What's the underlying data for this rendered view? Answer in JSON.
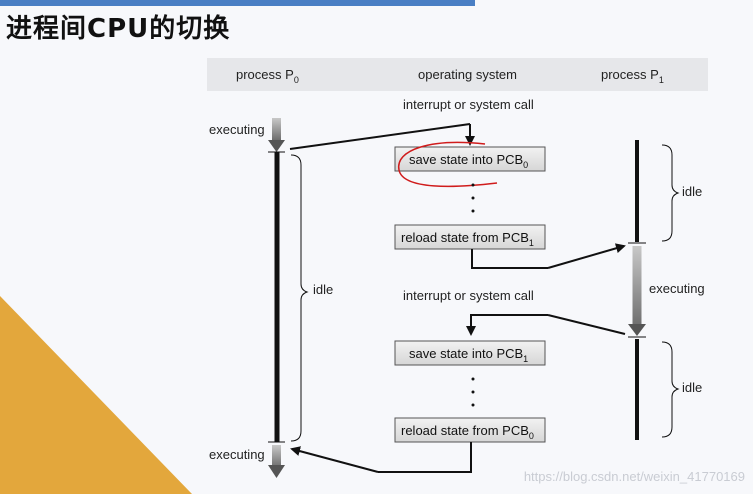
{
  "title": "进程间CPU的切换",
  "header": {
    "process0": "process P",
    "process0_sub": "0",
    "os": "operating system",
    "process1": "process P",
    "process1_sub": "1"
  },
  "labels": {
    "executing_top": "executing",
    "executing_bottom": "executing",
    "executing_right": "executing",
    "idle_left": "idle",
    "idle_right_top": "idle",
    "idle_right_bottom": "idle",
    "interrupt1": "interrupt or system call",
    "interrupt2": "interrupt or system call"
  },
  "boxes": {
    "save0": "save state into PCB",
    "save0_sub": "0",
    "reload1": "reload state from PCB",
    "reload1_sub": "1",
    "save1": "save state into PCB",
    "save1_sub": "1",
    "reload0": "reload state from PCB",
    "reload0_sub": "0"
  },
  "watermark": "https://blog.csdn.net/weixin_41770169",
  "colors": {
    "accent_bar": "#4a7fc4",
    "triangle": "#e3a73c",
    "annotation": "#d01c1c",
    "header_band": "#e6e7ea"
  }
}
